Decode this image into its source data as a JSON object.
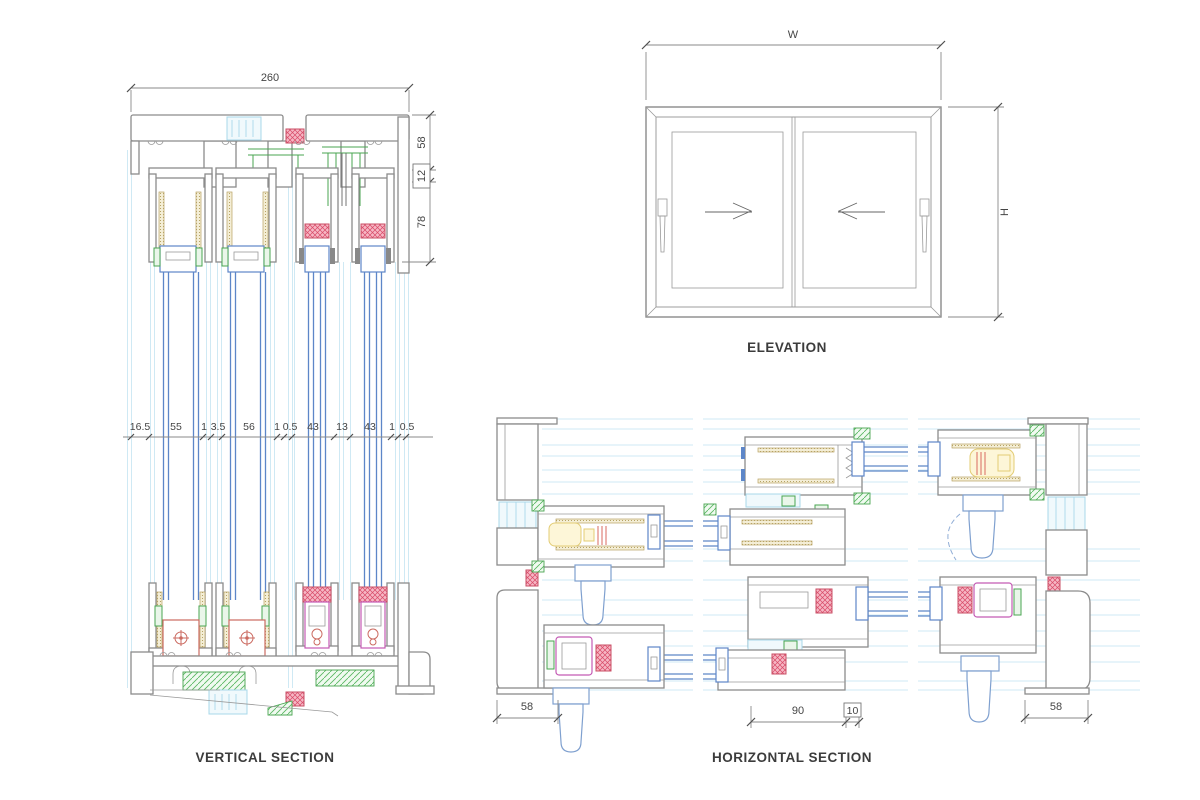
{
  "vertical_section": {
    "title": "VERTICAL SECTION",
    "overall_width": "260",
    "right_dims": [
      "58",
      "12",
      "78"
    ],
    "mid_dims": [
      "16.5",
      "55",
      "1",
      "3.5",
      "56",
      "1",
      "0.5",
      "43",
      "13",
      "43",
      "1",
      "0.5"
    ]
  },
  "elevation": {
    "title": "ELEVATION",
    "width_label": "W",
    "height_label": "H"
  },
  "horizontal_section": {
    "title": "HORIZONTAL SECTION",
    "left_dim": "58",
    "mid_dim": "90",
    "mid_small_dim": "10",
    "right_dim": "58"
  },
  "colors": {
    "profile_outline": "#8c8c8c",
    "glazing_blue": "#5d86c8",
    "pale_blue": "#cfe9f4",
    "seal_green": "#4aa552",
    "gasket_red": "#d84a68",
    "brush_tan": "#b8a262",
    "lock_yellow": "#e3cc74",
    "lock_magenta": "#c45ab4",
    "label_text": "#3c3c3c"
  }
}
